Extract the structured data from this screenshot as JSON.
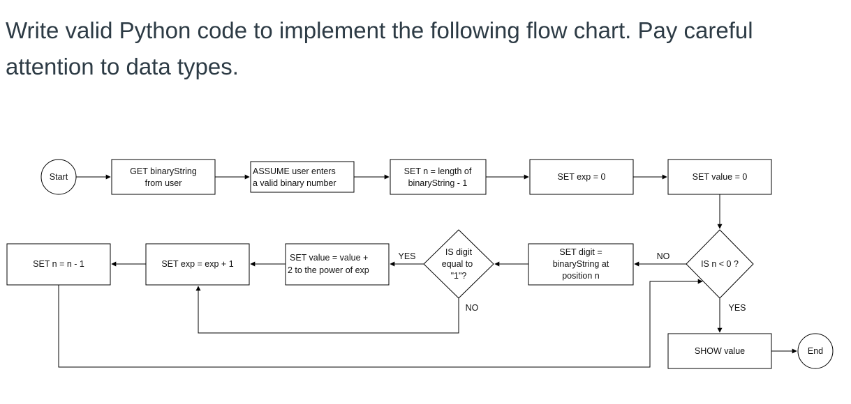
{
  "question": {
    "line1": "Write valid Python code to implement the following flow chart.  Pay careful",
    "line2": "attention to data types."
  },
  "flowchart": {
    "start": "Start",
    "get_line1": "GET binaryString",
    "get_line2": "from user",
    "assume_line1": "ASSUME user enters",
    "assume_line2": "a valid binary number",
    "setn_line1": "SET n = length of",
    "setn_line2": "binaryString - 1",
    "setexp0": "SET exp = 0",
    "setvalue0": "SET value = 0",
    "decision_n_line1": "IS n < 0 ?",
    "setdigit_line1": "SET digit =",
    "setdigit_line2": "binaryString at",
    "setdigit_line3": "position n",
    "decision_digit_line1": "IS digit",
    "decision_digit_line2": "equal to",
    "decision_digit_line3": "\"1\"?",
    "setvalue_line1": "SET value = value +",
    "setvalue_line2": "2 to the power of exp",
    "setexp_inc": "SET exp = exp + 1",
    "setn_dec": "SET n = n - 1",
    "show": "SHOW value",
    "end": "End",
    "yes_digit": "YES",
    "no_digit": "NO",
    "no_n": "NO",
    "yes_n": "YES"
  }
}
